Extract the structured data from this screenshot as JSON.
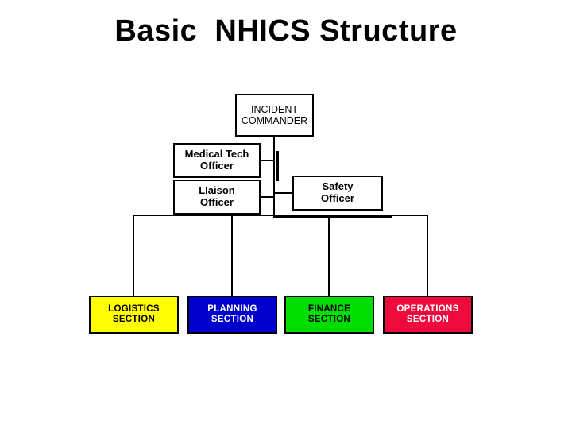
{
  "page_title": "Basic  NHICS Structure",
  "background_color": "#ffffff",
  "chart_data": {
    "type": "diagram",
    "diagram_type": "organizational-chart",
    "title": "Basic  NHICS Structure",
    "nodes": [
      {
        "id": "incident-commander",
        "lines": [
          "INCIDENT",
          "COMMANDER"
        ],
        "fill": "#ffffff",
        "text_color": "#000000",
        "border_color": "#000000",
        "level": 0
      },
      {
        "id": "medical-tech-officer",
        "lines": [
          "Medical Tech",
          "Officer"
        ],
        "fill": "#ffffff",
        "text_color": "#000000",
        "border_color": "#000000",
        "level": 1
      },
      {
        "id": "liaison-officer",
        "lines": [
          "LIaison",
          "Officer"
        ],
        "fill": "#ffffff",
        "text_color": "#000000",
        "border_color": "#000000",
        "level": 1
      },
      {
        "id": "safety-officer",
        "lines": [
          "Safety",
          "Officer"
        ],
        "fill": "#ffffff",
        "text_color": "#000000",
        "border_color": "#000000",
        "level": 1
      },
      {
        "id": "logistics-section",
        "lines": [
          "LOGISTICS",
          "SECTION"
        ],
        "fill": "#ffff00",
        "text_color": "#000000",
        "border_color": "#000000",
        "level": 2
      },
      {
        "id": "planning-section",
        "lines": [
          "PLANNING",
          "SECTION"
        ],
        "fill": "#0000cc",
        "text_color": "#ffffff",
        "border_color": "#000000",
        "level": 2
      },
      {
        "id": "finance-section",
        "lines": [
          "FINANCE",
          "SECTION"
        ],
        "fill": "#00dd00",
        "text_color": "#000000",
        "border_color": "#000000",
        "level": 2
      },
      {
        "id": "operations-section",
        "lines": [
          "OPERATIONS",
          "SECTION"
        ],
        "fill": "#ee0a3c",
        "text_color": "#ffffff",
        "border_color": "#000000",
        "level": 2
      }
    ],
    "edges": [
      {
        "from": "incident-commander",
        "to": "medical-tech-officer"
      },
      {
        "from": "incident-commander",
        "to": "liaison-officer"
      },
      {
        "from": "incident-commander",
        "to": "safety-officer"
      },
      {
        "from": "incident-commander",
        "to": "logistics-section"
      },
      {
        "from": "incident-commander",
        "to": "planning-section"
      },
      {
        "from": "incident-commander",
        "to": "finance-section"
      },
      {
        "from": "incident-commander",
        "to": "operations-section"
      }
    ],
    "line_color": "#000000"
  }
}
